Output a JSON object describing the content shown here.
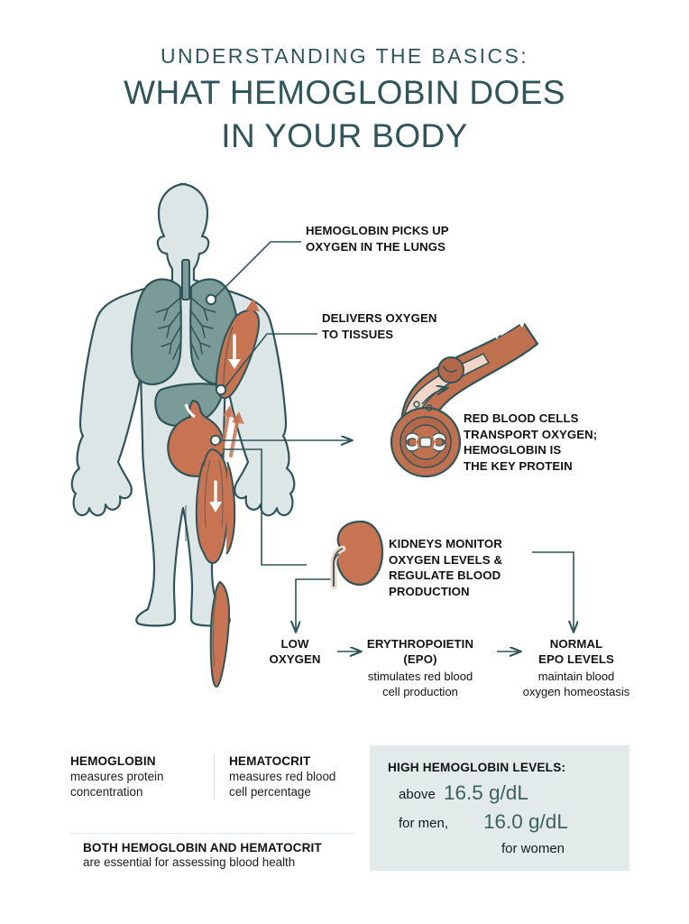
{
  "title": {
    "kicker": "UNDERSTANDING THE BASICS:",
    "line1": "WHAT HEMOGLOBIN DOES",
    "line2": "IN YOUR BODY"
  },
  "callouts": {
    "lungs": "HEMOGLOBIN PICKS UP\nOXYGEN IN THE LUNGS",
    "tissues": "DELIVERS OXYGEN\nTO TISSUES",
    "red_blood_cells": "RED BLOOD CELLS\nTRANSPORT OXYGEN;\nHEMOGLOBIN IS\nTHE KEY PROTEIN",
    "kidneys": "KIDNEYS MONITOR\nOXYGEN LEVELS &\nREGULATE BLOOD\nPRODUCTION"
  },
  "flow": {
    "low_oxygen": {
      "head": "LOW\nOXYGEN",
      "sub": ""
    },
    "epo": {
      "head": "ERYTHROPOIETIN\n(EPO)",
      "sub": "stimulates red blood\ncell production"
    },
    "normal": {
      "head": "NORMAL\nEPO LEVELS",
      "sub": "maintain blood\noxygen homeostasis"
    }
  },
  "definitions": {
    "hemoglobin": {
      "term": "HEMOGLOBIN",
      "desc": "measures protein\nconcentration"
    },
    "hematocrit": {
      "term": "HEMATOCRIT",
      "desc": "measures red blood\ncell percentage"
    },
    "footer": {
      "title": "BOTH HEMOGLOBIN AND HEMATOCRIT",
      "sub": "are essential for assessing blood health"
    }
  },
  "panel": {
    "title": "HIGH HEMOGLOBIN LEVELS:",
    "label_above": "above",
    "value_men": "16.5 g/dL",
    "label_for_men": "for men,",
    "value_women": "16.0 g/dL",
    "label_for_women": "for women"
  },
  "colors": {
    "teal_dark": "#2f5558",
    "teal_value": "#3c6163",
    "body_fill": "#dde6e6",
    "organ_teal": "#7a9b98",
    "organ_orange": "#c87352",
    "line": "#2f5558",
    "panel_bg": "#e2eaea"
  },
  "illustration": {
    "figure": "human-body-silhouette",
    "organs": [
      "lungs",
      "trachea",
      "liver",
      "stomach",
      "thigh-muscle",
      "calf-muscle",
      "bicep-muscle",
      "forearm-vessels"
    ],
    "diagrams": [
      "blood-vessel-cross-section",
      "red-blood-cell",
      "kidney"
    ]
  }
}
